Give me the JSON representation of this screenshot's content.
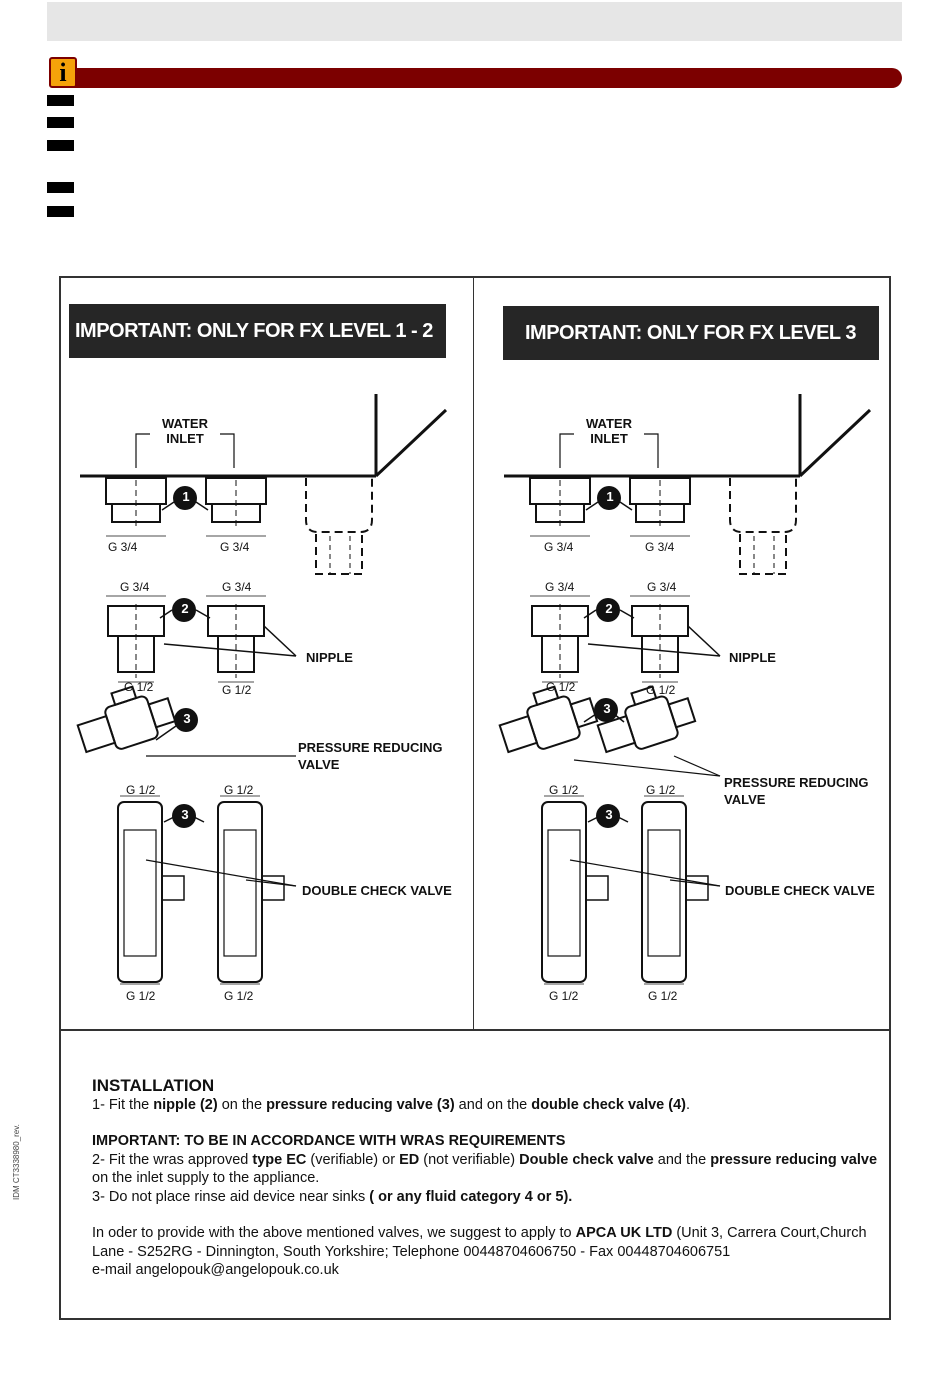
{
  "panel_left": {
    "header": "IMPORTANT:  ONLY FOR FX LEVEL 1 - 2",
    "water_inlet_line1": "WATER",
    "water_inlet_line2": "INLET",
    "g34_a": "G 3/4",
    "g34_b": "G 3/4",
    "g34_c": "G 3/4",
    "g34_d": "G 3/4",
    "g12_a": "G 1/2",
    "g12_b": "G 1/2",
    "g12_c": "G 1/2",
    "g12_d": "G 1/2",
    "g12_e": "G 1/2",
    "g12_f": "G 1/2",
    "nipple": "NIPPLE",
    "prv_line1": "PRESSURE REDUCING",
    "prv_line2": "VALVE",
    "dcv": "DOUBLE CHECK VALVE",
    "num1": "1",
    "num2": "2",
    "num3a": "3",
    "num3b": "3"
  },
  "panel_right": {
    "header": "IMPORTANT:  ONLY FOR FX LEVEL 3",
    "water_inlet_line1": "WATER",
    "water_inlet_line2": "INLET",
    "g34_a": "G 3/4",
    "g34_b": "G 3/4",
    "g34_c": "G 3/4",
    "g34_d": "G 3/4",
    "g12_a": "G 1/2",
    "g12_b": "G 1/2",
    "g12_c": "G 1/2",
    "g12_d": "G 1/2",
    "g12_e": "G 1/2",
    "g12_f": "G 1/2",
    "nipple": "NIPPLE",
    "prv_line1": "PRESSURE REDUCING",
    "prv_line2": "VALVE",
    "dcv": "DOUBLE CHECK VALVE",
    "num1": "1",
    "num2": "2",
    "num3a": "3",
    "num3b": "3"
  },
  "installation": {
    "title": "INSTALLATION",
    "step1_a": "1- Fit the ",
    "step1_b": "nipple (2)",
    "step1_c": " on the ",
    "step1_d": "pressure reducing valve (3)",
    "step1_e": " and on the ",
    "step1_f": "double check valve (4)",
    "step1_g": ".",
    "important": "IMPORTANT: TO BE IN ACCORDANCE WITH WRAS REQUIREMENTS",
    "step2_a": "2- Fit the wras approved ",
    "step2_b": "type EC",
    "step2_c": " (verifiable) or ",
    "step2_d": "ED",
    "step2_e": " (not verifiable) ",
    "step2_f": "Double check valve",
    "step2_g": " and the ",
    "step2_h": "pressure reducing valve",
    "step2_i": " on the inlet supply to the appliance.",
    "step3_a": "3- Do not place rinse aid device near sinks ",
    "step3_b": "( or any fluid category 4 or 5).",
    "contact_a": "In oder to provide with the above mentioned valves, we suggest to apply to ",
    "contact_b": "APCA UK LTD",
    "contact_c": " (Unit 3, Carrera Court,Church Lane - S252RG - Dinnington, South Yorkshire; Telephone 00448704606750 - Fax 00448704606751",
    "contact_email": "e-mail angelopouk@angelopouk.co.uk"
  },
  "doc_code": "IDM  CT3338980_rev.",
  "info_icon_letter": "i",
  "colors": {
    "red_band": "#7c0000",
    "icon_orange": "#f5a20a",
    "header_bg": "#262626",
    "top_band": "#e6e6e6"
  }
}
